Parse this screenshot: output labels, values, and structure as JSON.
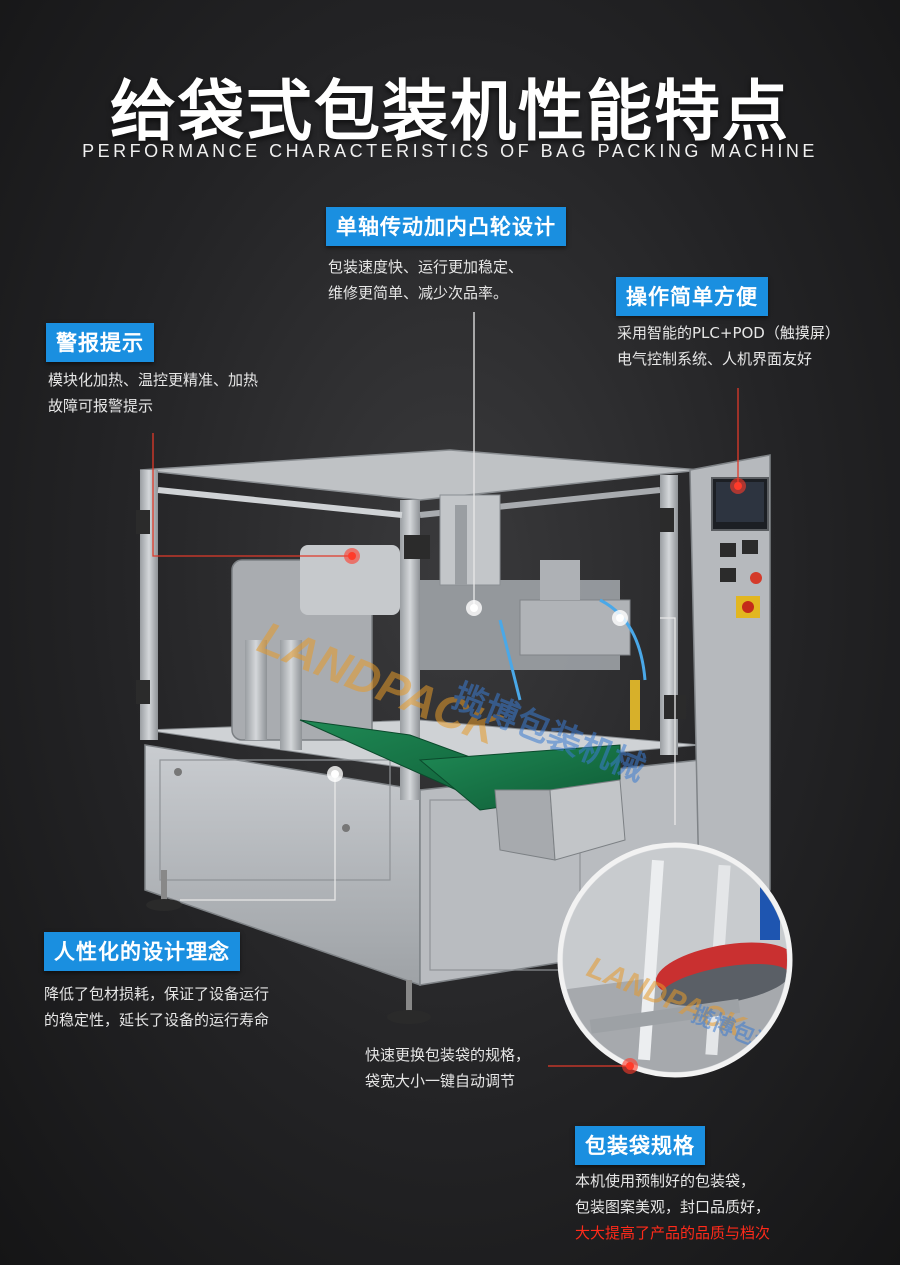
{
  "header": {
    "title": "给袋式包装机性能特点",
    "subtitle": "PERFORMANCE CHARACTERISTICS OF BAG PACKING MACHINE"
  },
  "features": {
    "drive": {
      "tag": "单轴传动加内凸轮设计",
      "lines": [
        "包装速度快、运行更加稳定、",
        "维修更简单、减少次品率。"
      ]
    },
    "operation": {
      "tag": "操作简单方便",
      "lines": [
        "采用智能的PLC+POD（触摸屏）",
        "电气控制系统、人机界面友好"
      ]
    },
    "alarm": {
      "tag": "警报提示",
      "lines": [
        "模块化加热、温控更精准、加热",
        "故障可报警提示"
      ]
    },
    "humanized": {
      "tag": "人性化的设计理念",
      "lines": [
        "降低了包材损耗，保证了设备运行",
        "的稳定性，延长了设备的运行寿命"
      ]
    },
    "quickchange": {
      "lines": [
        "快速更换包装袋的规格，",
        "袋宽大小一键自动调节"
      ]
    },
    "bagspec": {
      "tag": "包装袋规格",
      "lines": [
        "本机使用预制好的包装袋，",
        "包装图案美观，封口品质好，",
        "大大提高了产品的品质与档次"
      ]
    }
  },
  "watermark": {
    "brand": "LANDPACK",
    "cn": "揽博包装机械"
  },
  "colors": {
    "accent": "#1a8fe0",
    "highlight": "#ff2a1a",
    "background": "#232325"
  }
}
